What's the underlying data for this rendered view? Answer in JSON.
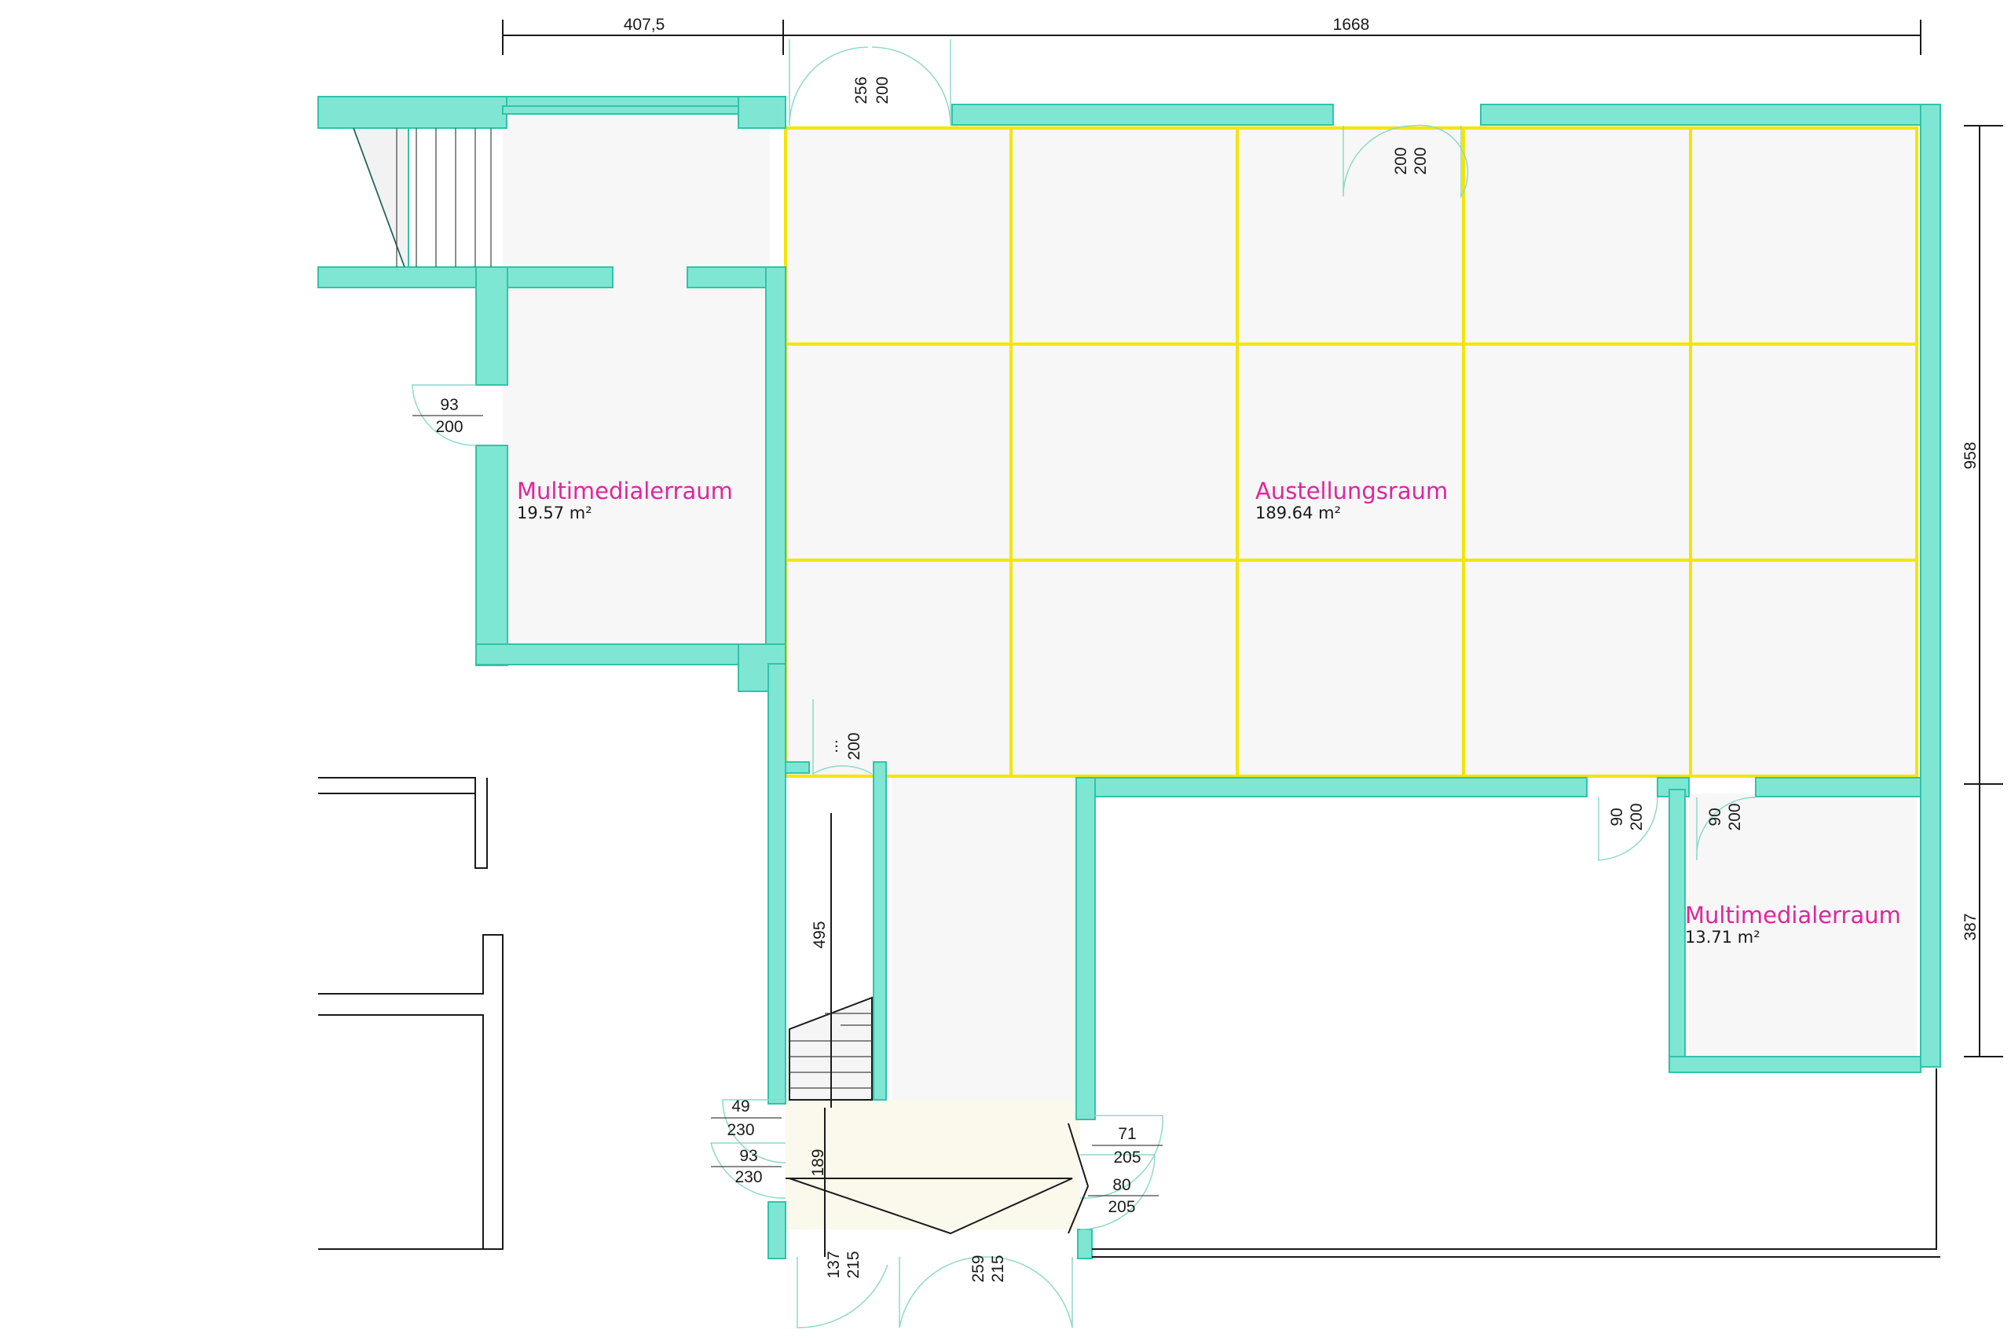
{
  "rooms": [
    {
      "name": "Multimedialerraum",
      "area": "19.57  m²"
    },
    {
      "name": "Austellungsraum",
      "area": "189.64  m²"
    },
    {
      "name": "Multimedialerraum",
      "area": "13.71  m²"
    }
  ],
  "dimensions": {
    "top_left": "407,5",
    "top_right": "1668",
    "right_upper": "958",
    "right_lower": "387",
    "corridor": "495",
    "entrance": "189"
  },
  "doors": {
    "top_entrance": [
      "256",
      "200"
    ],
    "top_inner": [
      "200",
      "200"
    ],
    "left_room": [
      "93",
      "200"
    ],
    "corridor_door": [
      "...",
      "200"
    ],
    "bottom_right_a": [
      "90",
      "200"
    ],
    "bottom_right_b": [
      "90",
      "200"
    ],
    "lower_left_a": [
      "49",
      "230"
    ],
    "lower_left_b": [
      "93",
      "230"
    ],
    "lower_right_a": [
      "71",
      "205"
    ],
    "lower_right_b": [
      "80",
      "205"
    ],
    "bottom_a": [
      "137",
      "215"
    ],
    "bottom_b": [
      "259",
      "215"
    ]
  },
  "colors": {
    "wall": "#7fe6d3",
    "grid": "#f2e600",
    "room_label": "#e0259f"
  }
}
